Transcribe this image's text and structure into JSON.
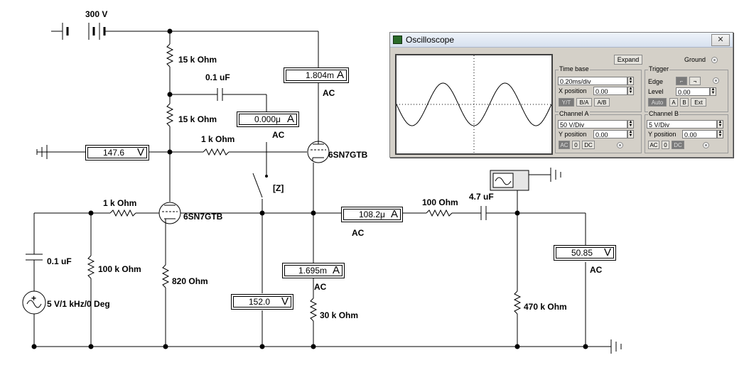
{
  "schematic": {
    "labels": {
      "battery": "300 V",
      "r1": "15 k Ohm",
      "c1": "0.1 uF",
      "r2": "15 k Ohm",
      "r3": "1 k Ohm",
      "tube_upper": "6SN7GTB",
      "ac_top": "AC",
      "ac_mid": "AC",
      "switch": "[Z]",
      "r_grid": "1 k Ohm",
      "tube_lower": "6SN7GTB",
      "r100": "100  Ohm",
      "c_out": "4.7 uF",
      "ac_108": "AC",
      "c_in": "0.1 uF",
      "r100k": "100 k Ohm",
      "r820": "820  Ohm",
      "source": "5 V/1 kHz/0 Deg",
      "ac_1695": "AC",
      "r30k": "30 k Ohm",
      "r470k": "470 k Ohm",
      "ac_out": "AC"
    },
    "meters": {
      "m_top": {
        "reading": "1.804m",
        "unit": "A"
      },
      "m_small": {
        "reading": "0.000μ",
        "unit": "A"
      },
      "m_left": {
        "reading": "147.6",
        "unit": "V"
      },
      "m_mid": {
        "reading": "108.2μ",
        "unit": "A"
      },
      "m_cath": {
        "reading": "1.695m",
        "unit": "A"
      },
      "m_bottom": {
        "reading": "152.0",
        "unit": "V"
      },
      "m_out": {
        "reading": "50.85",
        "unit": "V"
      }
    }
  },
  "oscilloscope": {
    "title": "Oscilloscope",
    "close": "✕",
    "expand": "Expand",
    "ground": "Ground",
    "timebase": {
      "title": "Time base",
      "value": "0.20ms/div",
      "xpos_label": "X position",
      "xpos_value": "0.00",
      "modes": [
        "Y/T",
        "B/A",
        "A/B"
      ]
    },
    "trigger": {
      "title": "Trigger",
      "edge_label": "Edge",
      "level_label": "Level",
      "level_value": "0.00",
      "modes": [
        "Auto",
        "A",
        "B",
        "Ext"
      ]
    },
    "channel_a": {
      "title": "Channel A",
      "value": "50  V/Div",
      "ypos_label": "Y position",
      "ypos_value": "0.00",
      "coupling": [
        "AC",
        "0",
        "DC"
      ]
    },
    "channel_b": {
      "title": "Channel B",
      "value": "5  V/Div",
      "ypos_label": "Y position",
      "ypos_value": "0.00",
      "coupling": [
        "AC",
        "0",
        "DC"
      ]
    },
    "wave": {
      "cycles_visible": 2.5
    }
  }
}
